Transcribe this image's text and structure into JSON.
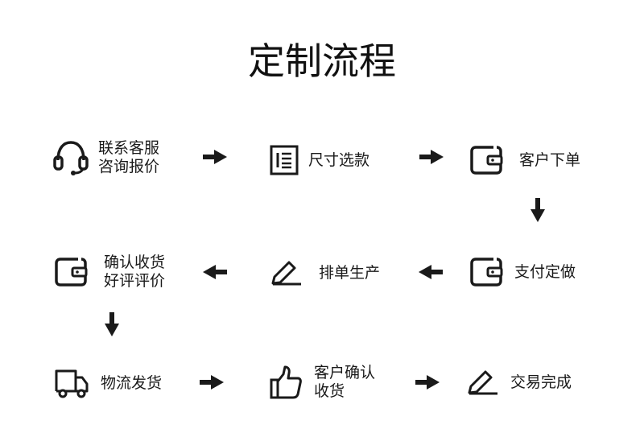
{
  "title": "定制流程",
  "steps": [
    {
      "icon": "headset-icon",
      "lines": [
        "联系客服",
        "咨询报价"
      ]
    },
    {
      "icon": "document-icon",
      "lines": [
        "尺寸选款"
      ]
    },
    {
      "icon": "wallet-icon",
      "lines": [
        "客户下单"
      ]
    },
    {
      "icon": "wallet-icon",
      "lines": [
        "支付定做"
      ]
    },
    {
      "icon": "pencil-icon",
      "lines": [
        "排单生产"
      ]
    },
    {
      "icon": "wallet-icon",
      "lines": [
        "确认收货",
        "好评评价"
      ]
    },
    {
      "icon": "truck-icon",
      "lines": [
        "物流发货"
      ]
    },
    {
      "icon": "thumbs-up-icon",
      "lines": [
        "客户确认",
        "收货"
      ]
    },
    {
      "icon": "pencil-icon",
      "lines": [
        "交易完成"
      ]
    }
  ],
  "arrows": [
    "right",
    "right",
    "down",
    "left",
    "left",
    "down",
    "right",
    "right"
  ]
}
